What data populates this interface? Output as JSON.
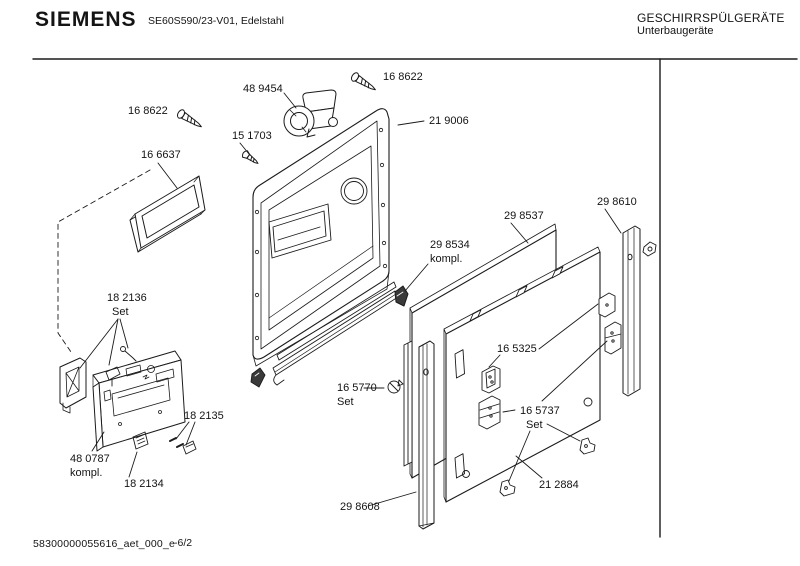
{
  "header": {
    "brand": "SIEMENS",
    "model": "SE60S590/23-V01, Edelstahl",
    "product_line": "GESCHIRRSPÜLGERÄTE",
    "product_subline": "Unterbaugeräte"
  },
  "diagram": {
    "parts": [
      {
        "number": "16 8622"
      },
      {
        "number": "48 9454"
      },
      {
        "number": "16 8622"
      },
      {
        "number": "21 9006"
      },
      {
        "number": "15 1703"
      },
      {
        "number": "16 6637"
      },
      {
        "number": "29 8537"
      },
      {
        "number": "29 8610"
      },
      {
        "number": "29 8534",
        "qualifier": "kompl."
      },
      {
        "number": "18 2136",
        "qualifier": "Set"
      },
      {
        "number": "16 5325"
      },
      {
        "number": "16 5770",
        "qualifier": "Set"
      },
      {
        "number": "16 5737",
        "qualifier": "Set"
      },
      {
        "number": "18 2135"
      },
      {
        "number": "48 0787",
        "qualifier": "kompl."
      },
      {
        "number": "18 2134"
      },
      {
        "number": "21 2884"
      },
      {
        "number": "29 8608"
      }
    ]
  },
  "footer": {
    "document_code": "58300000055616_aet_000_e",
    "page": "-6/2"
  },
  "colors": {
    "ink": "#1b1b1b",
    "paper": "#ffffff"
  }
}
